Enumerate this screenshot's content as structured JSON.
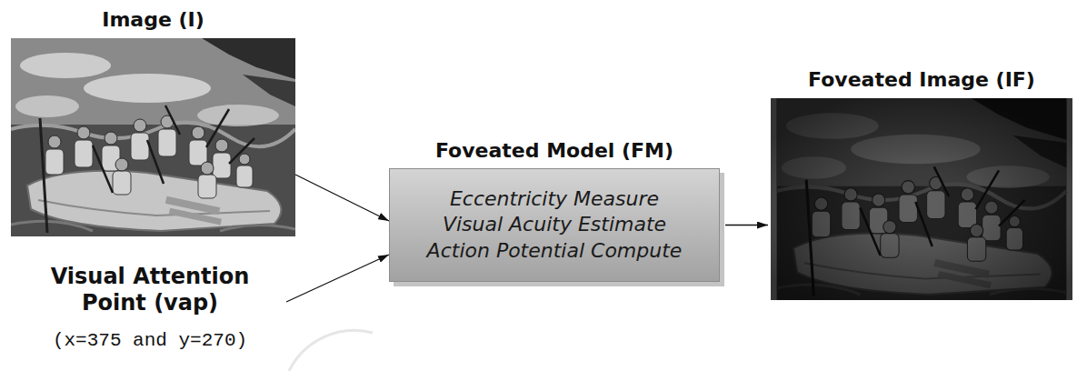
{
  "diagram": {
    "nodes": [
      {
        "text": [
          "Image (I)"
        ]
      },
      {
        "text": [
          "Visual Attention Point (vap)",
          "(x=375 and y=270)"
        ]
      },
      {
        "text": [
          "Foveated Model (FM)",
          "Eccentricity Measure",
          "Visual Acuity Estimate",
          "Action Potential Compute"
        ]
      },
      {
        "text": [
          "Foveated Image (IF)"
        ]
      }
    ],
    "edges": [
      {
        "from": 0,
        "to": 2,
        "arrow": "to"
      },
      {
        "from": 1,
        "to": 2,
        "arrow": "to"
      },
      {
        "from": 2,
        "to": 3,
        "arrow": "to"
      }
    ]
  }
}
